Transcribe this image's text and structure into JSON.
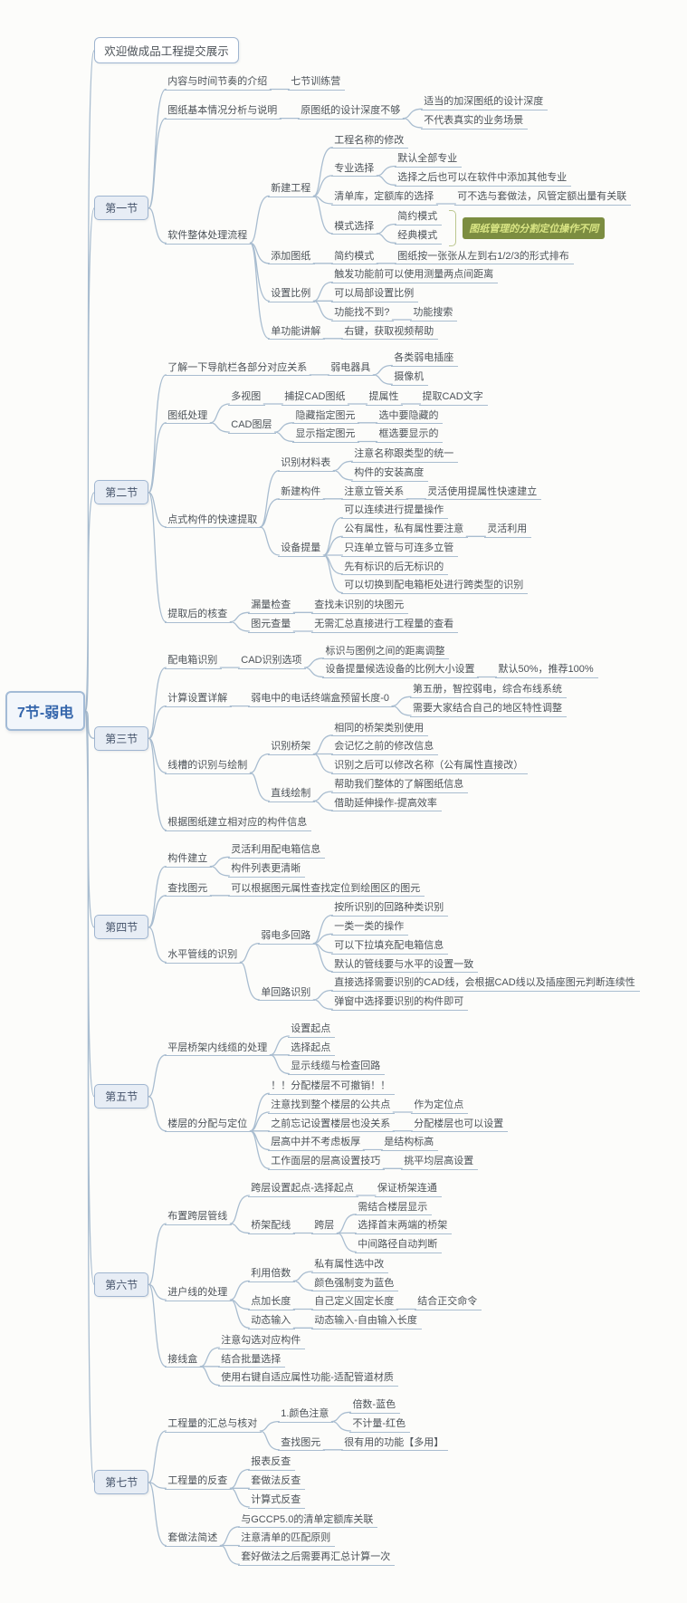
{
  "palette": {
    "line": "#a9bdd0",
    "root_text": "#3465ab",
    "root_border": "#a3bbd6",
    "section_bg": "#e7edf5",
    "section_border": "#9fb5d0",
    "highlight_bg": "#7c8d41",
    "highlight_text": "#d9e584",
    "background": "#fcfcfa"
  },
  "map": {
    "label": "7节-弱电",
    "type": "root",
    "children": [
      {
        "label": "欢迎做成品工程提交展示",
        "type": "box"
      },
      {
        "label": "第一节",
        "type": "section",
        "children": [
          {
            "label": "内容与时间节奏的介绍",
            "children": [
              {
                "label": "七节训练营"
              }
            ]
          },
          {
            "label": "图纸基本情况分析与说明",
            "children": [
              {
                "label": "原图纸的设计深度不够",
                "children": [
                  {
                    "label": "适当的加深图纸的设计深度"
                  },
                  {
                    "label": "不代表真实的业务场景"
                  }
                ]
              }
            ]
          },
          {
            "label": "软件整体处理流程",
            "children": [
              {
                "label": "新建工程",
                "children": [
                  {
                    "label": "工程名称的修改"
                  },
                  {
                    "label": "专业选择",
                    "children": [
                      {
                        "label": "默认全部专业"
                      },
                      {
                        "label": "选择之后也可以在软件中添加其他专业"
                      }
                    ]
                  },
                  {
                    "label": "清单库，定额库的选择",
                    "children": [
                      {
                        "label": "可不选与套做法，风管定额出量有关联"
                      }
                    ]
                  },
                  {
                    "label": "模式选择",
                    "summary": {
                      "label": "图纸管理的分割定位操作不同"
                    },
                    "children": [
                      {
                        "label": "简约模式"
                      },
                      {
                        "label": "经典模式"
                      }
                    ]
                  }
                ]
              },
              {
                "label": "添加图纸",
                "children": [
                  {
                    "label": "简约模式",
                    "children": [
                      {
                        "label": "图纸按一张张从左到右1/2/3的形式排布"
                      }
                    ]
                  }
                ]
              },
              {
                "label": "设置比例",
                "children": [
                  {
                    "label": "触发功能前可以使用测量两点间距离"
                  },
                  {
                    "label": "可以局部设置比例"
                  },
                  {
                    "label": "功能找不到?",
                    "children": [
                      {
                        "label": "功能搜索"
                      }
                    ]
                  }
                ]
              },
              {
                "label": "单功能讲解",
                "children": [
                  {
                    "label": "右键，获取视频帮助"
                  }
                ]
              }
            ]
          }
        ]
      },
      {
        "label": "第二节",
        "type": "section",
        "children": [
          {
            "label": "了解一下导航栏各部分对应关系",
            "children": [
              {
                "label": "弱电器具",
                "children": [
                  {
                    "label": "各类弱电插座"
                  },
                  {
                    "label": "摄像机"
                  }
                ]
              }
            ]
          },
          {
            "label": "图纸处理",
            "children": [
              {
                "label": "多视图",
                "children": [
                  {
                    "label": "捕捉CAD图纸",
                    "children": [
                      {
                        "label": "提属性",
                        "children": [
                          {
                            "label": "提取CAD文字"
                          }
                        ]
                      }
                    ]
                  }
                ]
              },
              {
                "label": "CAD图层",
                "children": [
                  {
                    "label": "隐藏指定图元",
                    "children": [
                      {
                        "label": "选中要隐藏的"
                      }
                    ]
                  },
                  {
                    "label": "显示指定图元",
                    "children": [
                      {
                        "label": "框选要显示的"
                      }
                    ]
                  }
                ]
              }
            ]
          },
          {
            "label": "点式构件的快速提取",
            "children": [
              {
                "label": "识别材料表",
                "children": [
                  {
                    "label": "注意名称跟类型的统一"
                  },
                  {
                    "label": "构件的安装高度"
                  }
                ]
              },
              {
                "label": "新建构件",
                "children": [
                  {
                    "label": "注意立管关系",
                    "children": [
                      {
                        "label": "灵活使用提属性快速建立"
                      }
                    ]
                  }
                ]
              },
              {
                "label": "设备提量",
                "children": [
                  {
                    "label": "可以连续进行提量操作"
                  },
                  {
                    "label": "公有属性，私有属性要注意",
                    "children": [
                      {
                        "label": "灵活利用"
                      }
                    ]
                  },
                  {
                    "label": "只连单立管与可连多立管"
                  },
                  {
                    "label": "先有标识的后无标识的"
                  },
                  {
                    "label": "可以切换到配电箱柜处进行跨类型的识别"
                  }
                ]
              }
            ]
          },
          {
            "label": "提取后的核查",
            "children": [
              {
                "label": "漏量检查",
                "children": [
                  {
                    "label": "查找未识别的块图元"
                  }
                ]
              },
              {
                "label": "图元查量",
                "children": [
                  {
                    "label": "无需汇总直接进行工程量的查看"
                  }
                ]
              }
            ]
          }
        ]
      },
      {
        "label": "第三节",
        "type": "section",
        "children": [
          {
            "label": "配电箱识别",
            "children": [
              {
                "label": "CAD识别选项",
                "children": [
                  {
                    "label": "标识与图例之间的距离调整"
                  },
                  {
                    "label": "设备提量候选设备的比例大小设置",
                    "children": [
                      {
                        "label": "默认50%，推荐100%"
                      }
                    ]
                  }
                ]
              }
            ]
          },
          {
            "label": "计算设置详解",
            "children": [
              {
                "label": "弱电中的电话终端盒预留长度-0",
                "children": [
                  {
                    "label": "第五册，智控弱电，综合布线系统"
                  },
                  {
                    "label": "需要大家结合自己的地区特性调整"
                  }
                ]
              }
            ]
          },
          {
            "label": "线槽的识别与绘制",
            "children": [
              {
                "label": "识别桥架",
                "children": [
                  {
                    "label": "相同的桥架类别使用"
                  },
                  {
                    "label": "会记忆之前的修改信息"
                  },
                  {
                    "label": "识别之后可以修改名称（公有属性直接改）"
                  }
                ]
              },
              {
                "label": "直线绘制",
                "children": [
                  {
                    "label": "帮助我们整体的了解图纸信息"
                  },
                  {
                    "label": "借助延伸操作-提高效率"
                  }
                ]
              }
            ]
          },
          {
            "label": "根据图纸建立相对应的构件信息"
          }
        ]
      },
      {
        "label": "第四节",
        "type": "section",
        "children": [
          {
            "label": "构件建立",
            "children": [
              {
                "label": "灵活利用配电箱信息"
              },
              {
                "label": "构件列表更清晰"
              }
            ]
          },
          {
            "label": "查找图元",
            "children": [
              {
                "label": "可以根据图元属性查找定位到绘图区的图元"
              }
            ]
          },
          {
            "label": "水平管线的识别",
            "children": [
              {
                "label": "弱电多回路",
                "children": [
                  {
                    "label": "按所识别的回路种类识别"
                  },
                  {
                    "label": "一类一类的操作"
                  },
                  {
                    "label": "可以下拉填充配电箱信息"
                  },
                  {
                    "label": "默认的管线要与水平的设置一致"
                  }
                ]
              },
              {
                "label": "单回路识别",
                "children": [
                  {
                    "label": "直接选择需要识别的CAD线，会根据CAD线以及插座图元判断连续性"
                  },
                  {
                    "label": "弹窗中选择要识别的构件即可"
                  }
                ]
              }
            ]
          }
        ]
      },
      {
        "label": "第五节",
        "type": "section",
        "children": [
          {
            "label": "平层桥架内线缆的处理",
            "children": [
              {
                "label": "设置起点"
              },
              {
                "label": "选择起点"
              },
              {
                "label": "显示线缆与检查回路"
              }
            ]
          },
          {
            "label": "楼层的分配与定位",
            "children": [
              {
                "label": "！！分配楼层不可撤销！！"
              },
              {
                "label": "注意找到整个楼层的公共点",
                "children": [
                  {
                    "label": "作为定位点"
                  }
                ]
              },
              {
                "label": "之前忘记设置楼层也没关系",
                "children": [
                  {
                    "label": "分配楼层也可以设置"
                  }
                ]
              },
              {
                "label": "层高中并不考虑板厚",
                "children": [
                  {
                    "label": "是结构标高"
                  }
                ]
              },
              {
                "label": "工作面层的层高设置技巧",
                "children": [
                  {
                    "label": "挑平均层高设置"
                  }
                ]
              }
            ]
          }
        ]
      },
      {
        "label": "第六节",
        "type": "section",
        "children": [
          {
            "label": "布置跨层管线",
            "children": [
              {
                "label": "跨层设置起点-选择起点",
                "children": [
                  {
                    "label": "保证桥架连通"
                  }
                ]
              },
              {
                "label": "桥架配线",
                "children": [
                  {
                    "label": "跨层",
                    "children": [
                      {
                        "label": "需结合楼层显示"
                      },
                      {
                        "label": "选择首末两端的桥架"
                      },
                      {
                        "label": "中间路径自动判断"
                      }
                    ]
                  }
                ]
              }
            ]
          },
          {
            "label": "进户线的处理",
            "children": [
              {
                "label": "利用倍数",
                "children": [
                  {
                    "label": "私有属性选中改"
                  },
                  {
                    "label": "颜色强制变为蓝色"
                  }
                ]
              },
              {
                "label": "点加长度",
                "children": [
                  {
                    "label": "自己定义固定长度",
                    "children": [
                      {
                        "label": "结合正交命令"
                      }
                    ]
                  }
                ]
              },
              {
                "label": "动态输入",
                "children": [
                  {
                    "label": "动态输入-自由输入长度"
                  }
                ]
              }
            ]
          },
          {
            "label": "接线盒",
            "children": [
              {
                "label": "注意勾选对应构件"
              },
              {
                "label": "结合批量选择"
              },
              {
                "label": "使用右键自适应属性功能-适配管道材质"
              }
            ]
          }
        ]
      },
      {
        "label": "第七节",
        "type": "section",
        "children": [
          {
            "label": "工程量的汇总与核对",
            "children": [
              {
                "label": "1.颜色注意",
                "children": [
                  {
                    "label": "倍数-蓝色"
                  },
                  {
                    "label": "不计量-红色"
                  }
                ]
              },
              {
                "label": "查找图元",
                "children": [
                  {
                    "label": "很有用的功能【多用】"
                  }
                ]
              }
            ]
          },
          {
            "label": "工程量的反查",
            "children": [
              {
                "label": "报表反查"
              },
              {
                "label": "套做法反查"
              },
              {
                "label": "计算式反查"
              }
            ]
          },
          {
            "label": "套做法简述",
            "children": [
              {
                "label": "与GCCP5.0的清单定额库关联"
              },
              {
                "label": "注意清单的匹配原则"
              },
              {
                "label": "套好做法之后需要再汇总计算一次"
              }
            ]
          }
        ]
      }
    ]
  }
}
